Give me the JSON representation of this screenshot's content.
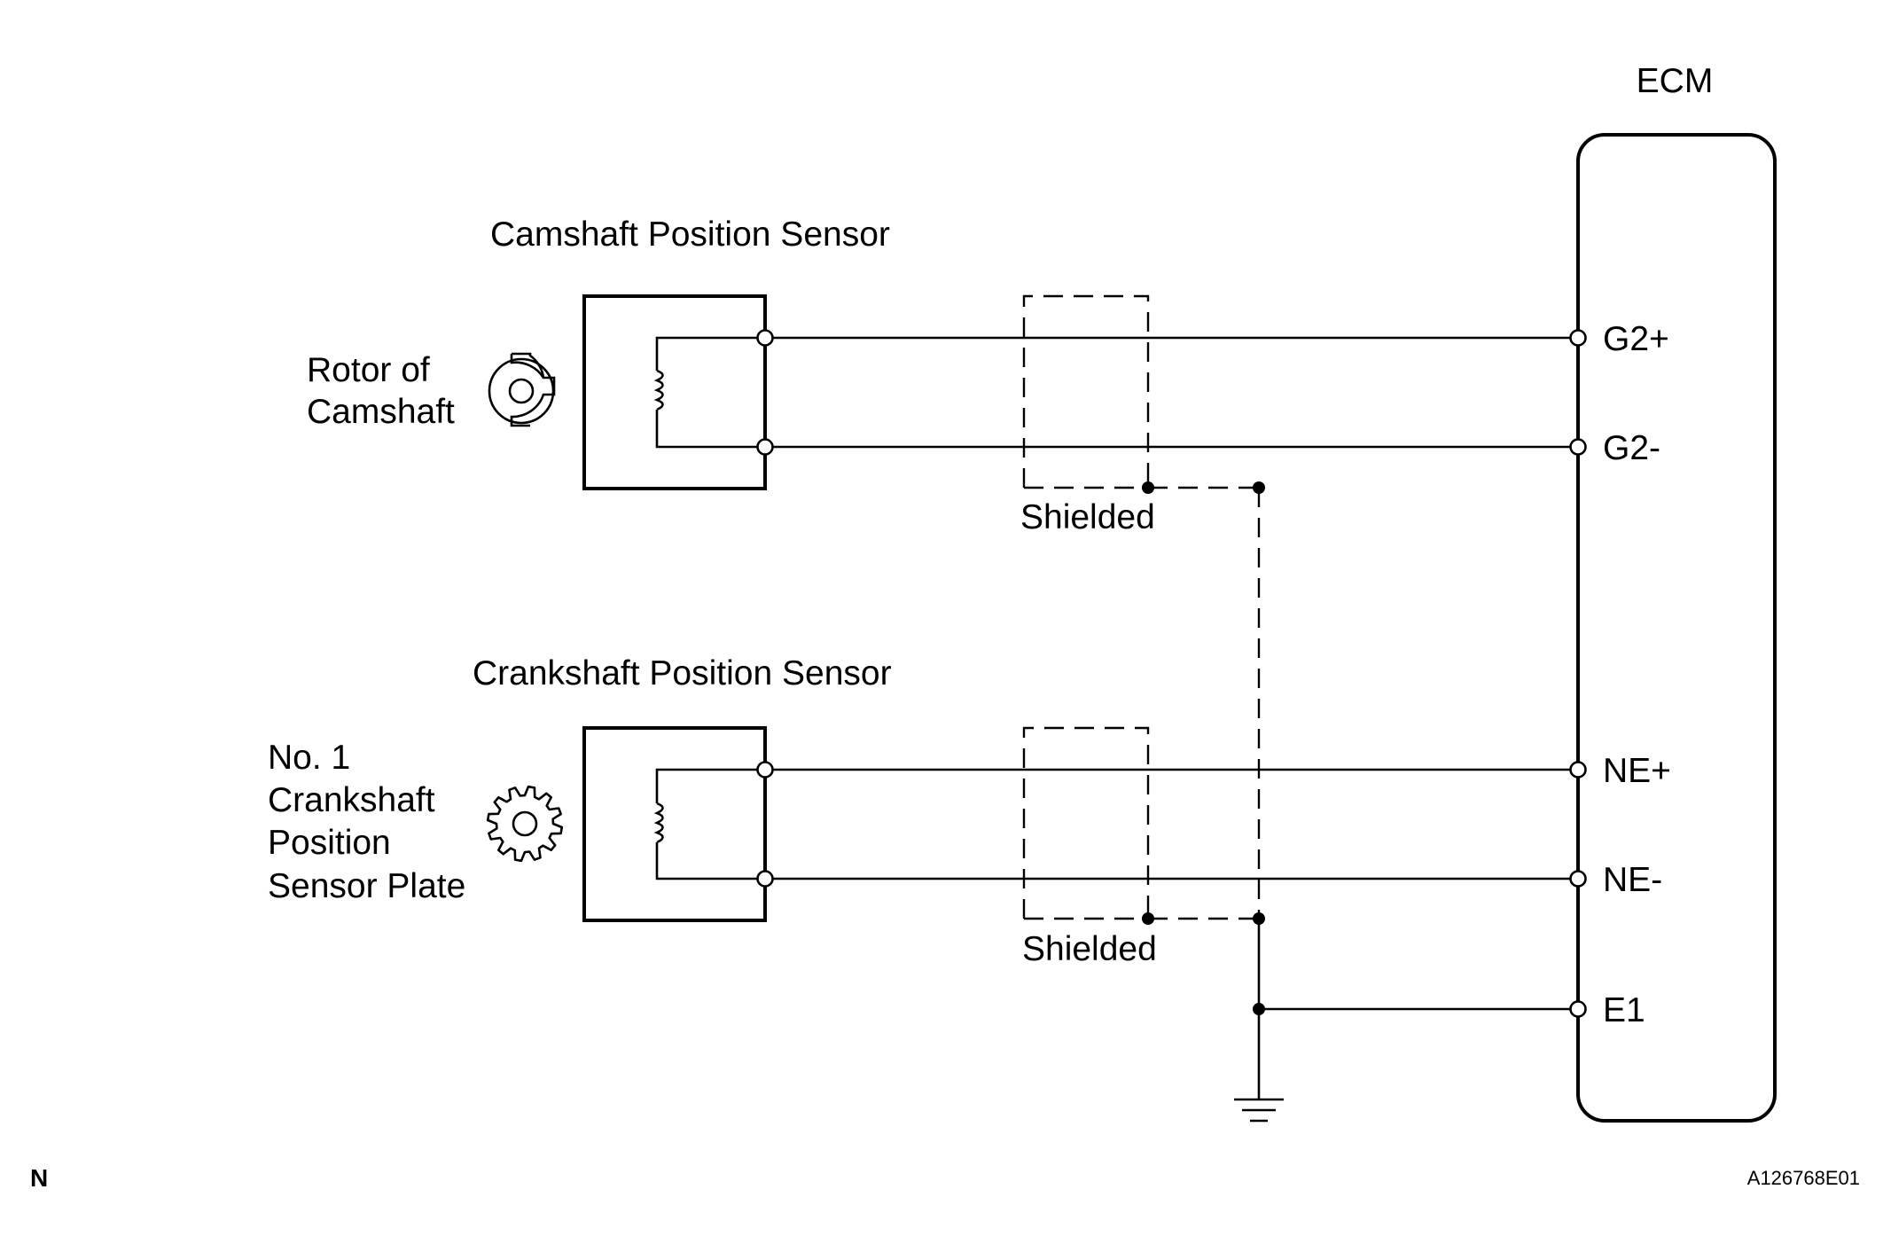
{
  "ecm": {
    "label": "ECM"
  },
  "camshaft_sensor": {
    "title": "Camshaft Position Sensor",
    "rotor_label_lines": [
      "Rotor of",
      "Camshaft"
    ]
  },
  "crankshaft_sensor": {
    "title": "Crankshaft Position Sensor",
    "plate_label_lines": [
      "No. 1",
      "Crankshaft",
      "Position",
      "Sensor Plate"
    ]
  },
  "shield_labels": {
    "upper": "Shielded",
    "lower": "Shielded"
  },
  "ecm_terminals": {
    "g2_plus": "G2+",
    "g2_minus": "G2-",
    "ne_plus": "NE+",
    "ne_minus": "NE-",
    "e1": "E1"
  },
  "corner_letter": "N",
  "figure_code": "A126768E01"
}
